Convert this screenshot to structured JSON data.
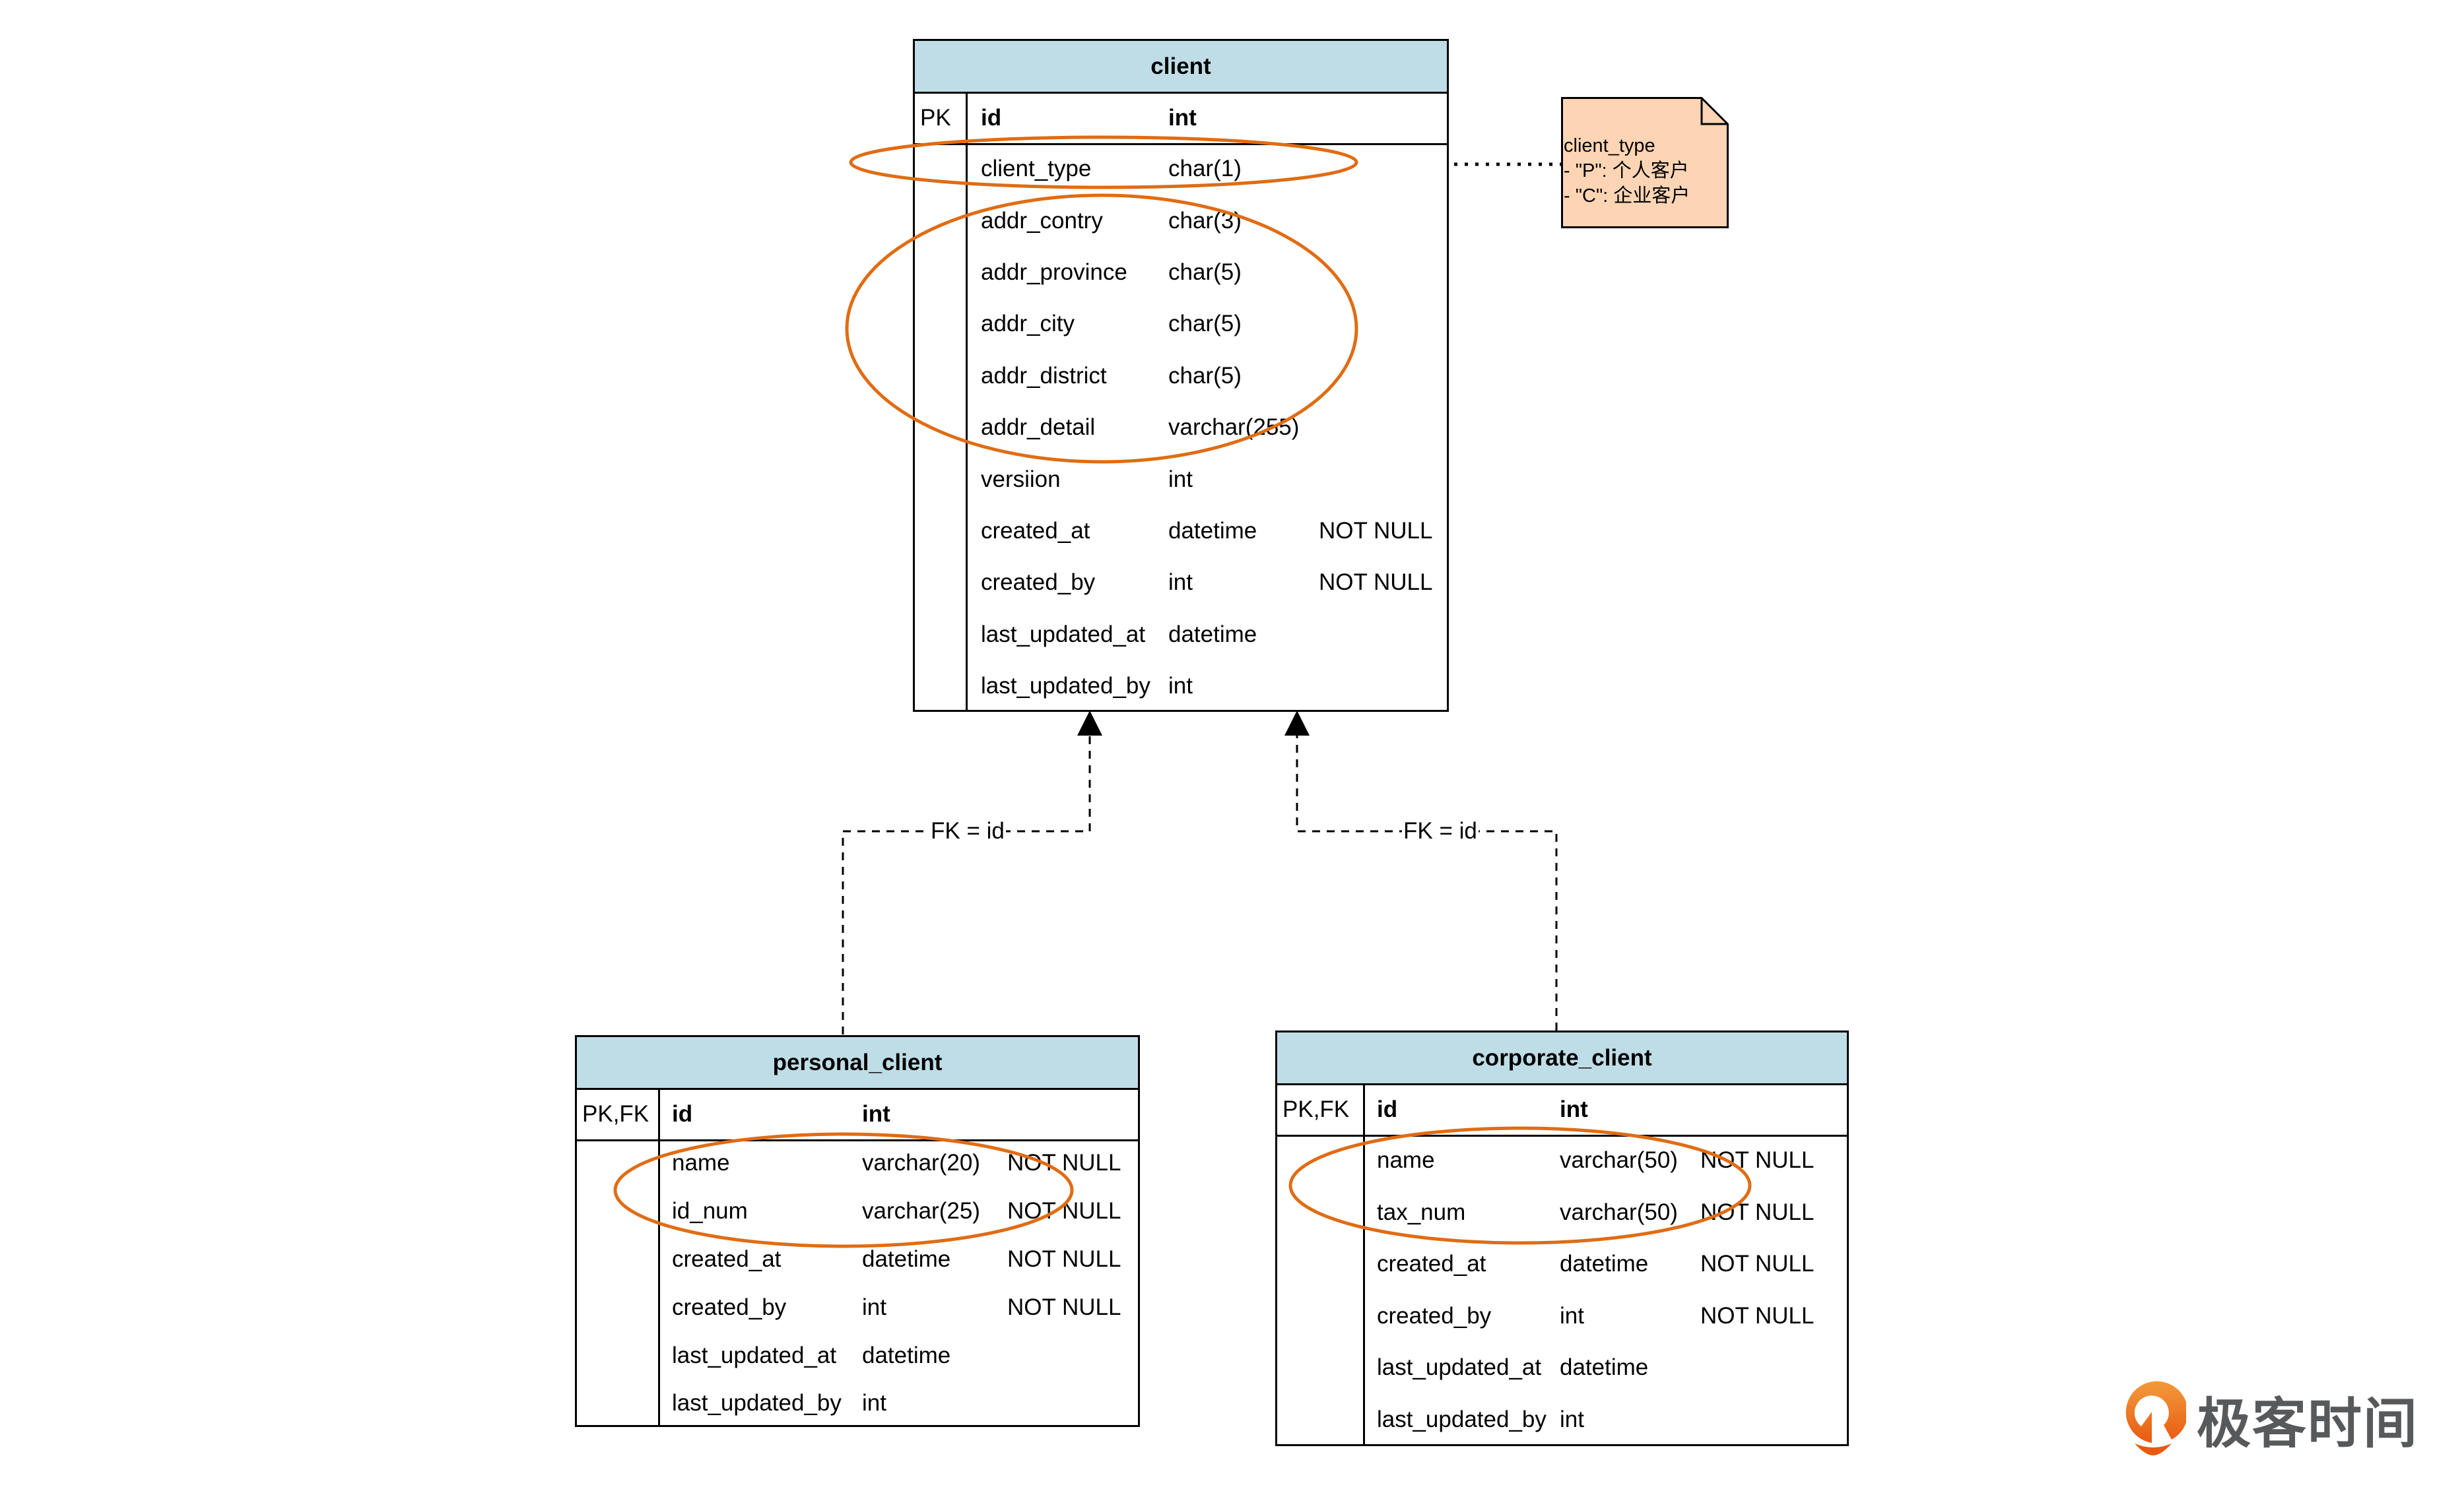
{
  "tables": {
    "client": {
      "title": "client",
      "pk": {
        "key": "PK",
        "name": "id",
        "type": "int"
      },
      "fields": [
        {
          "name": "client_type",
          "type": "char(1)",
          "constraint": ""
        },
        {
          "name": "addr_contry",
          "type": "char(3)",
          "constraint": ""
        },
        {
          "name": "addr_province",
          "type": "char(5)",
          "constraint": ""
        },
        {
          "name": "addr_city",
          "type": "char(5)",
          "constraint": ""
        },
        {
          "name": "addr_district",
          "type": "char(5)",
          "constraint": ""
        },
        {
          "name": "addr_detail",
          "type": "varchar(255)",
          "constraint": ""
        },
        {
          "name": "versiion",
          "type": "int",
          "constraint": ""
        },
        {
          "name": "created_at",
          "type": "datetime",
          "constraint": "NOT NULL"
        },
        {
          "name": "created_by",
          "type": "int",
          "constraint": "NOT NULL"
        },
        {
          "name": "last_updated_at",
          "type": "datetime",
          "constraint": ""
        },
        {
          "name": "last_updated_by",
          "type": "int",
          "constraint": ""
        }
      ]
    },
    "personal_client": {
      "title": "personal_client",
      "pk": {
        "key": "PK,FK",
        "name": "id",
        "type": "int"
      },
      "fields": [
        {
          "name": "name",
          "type": "varchar(20)",
          "constraint": "NOT NULL"
        },
        {
          "name": "id_num",
          "type": "varchar(25)",
          "constraint": "NOT NULL"
        },
        {
          "name": "created_at",
          "type": "datetime",
          "constraint": "NOT NULL"
        },
        {
          "name": "created_by",
          "type": "int",
          "constraint": "NOT NULL"
        },
        {
          "name": "last_updated_at",
          "type": "datetime",
          "constraint": ""
        },
        {
          "name": "last_updated_by",
          "type": "int",
          "constraint": ""
        }
      ]
    },
    "corporate_client": {
      "title": "corporate_client",
      "pk": {
        "key": "PK,FK",
        "name": "id",
        "type": "int"
      },
      "fields": [
        {
          "name": "name",
          "type": "varchar(50)",
          "constraint": "NOT NULL"
        },
        {
          "name": "tax_num",
          "type": "varchar(50)",
          "constraint": "NOT NULL"
        },
        {
          "name": "created_at",
          "type": "datetime",
          "constraint": "NOT NULL"
        },
        {
          "name": "created_by",
          "type": "int",
          "constraint": "NOT NULL"
        },
        {
          "name": "last_updated_at",
          "type": "datetime",
          "constraint": ""
        },
        {
          "name": "last_updated_by",
          "type": "int",
          "constraint": ""
        }
      ]
    }
  },
  "relations": [
    {
      "from": "personal_client",
      "to": "client",
      "label": "FK = id"
    },
    {
      "from": "corporate_client",
      "to": "client",
      "label": "FK = id"
    }
  ],
  "note": {
    "attached_to": "client.client_type",
    "lines": [
      "client_type",
      "- \"P\": 个人客户",
      "- \"C\": 企业客户"
    ]
  },
  "highlights": [
    {
      "table": "client",
      "fields": [
        "client_type"
      ]
    },
    {
      "table": "client",
      "fields": [
        "addr_contry",
        "addr_province",
        "addr_city",
        "addr_district",
        "addr_detail"
      ]
    },
    {
      "table": "personal_client",
      "fields": [
        "name",
        "id_num"
      ]
    },
    {
      "table": "corporate_client",
      "fields": [
        "name",
        "tax_num"
      ]
    }
  ],
  "colors": {
    "header_fill": "#bfdde7",
    "note_fill": "#fdd5b4",
    "highlight_stroke": "#e06c14",
    "brand_orange": "#ea6a1c",
    "brand_text": "#58595b"
  },
  "logo": {
    "text": "极客时间",
    "icon": "geektime-logo-icon"
  }
}
